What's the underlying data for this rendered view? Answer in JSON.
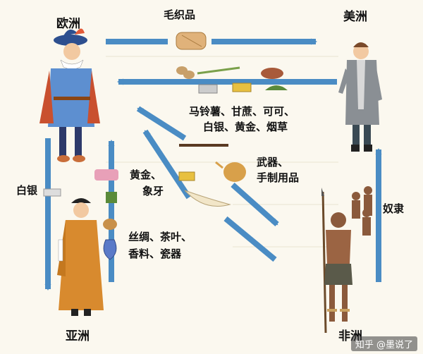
{
  "regions": {
    "europe": "欧洲",
    "america": "美洲",
    "asia": "亚洲",
    "africa": "非洲"
  },
  "goods": {
    "woolens": "毛织品",
    "american_products_line1": "马铃薯、甘蔗、可可、",
    "american_products_line2": "白银、黄金、烟草",
    "weapons_line1": "武器、",
    "weapons_line2": "手制用品",
    "gold_ivory_line1": "黄金、",
    "gold_ivory_line2": "象牙",
    "silver": "白银",
    "slaves": "奴隶",
    "asian_goods_line1": "丝绸、茶叶、",
    "asian_goods_line2": "香料、瓷器"
  },
  "watermark": "知乎 @墨说了",
  "colors": {
    "arrow": "#4a8cc4",
    "background": "#fbf8ef"
  }
}
